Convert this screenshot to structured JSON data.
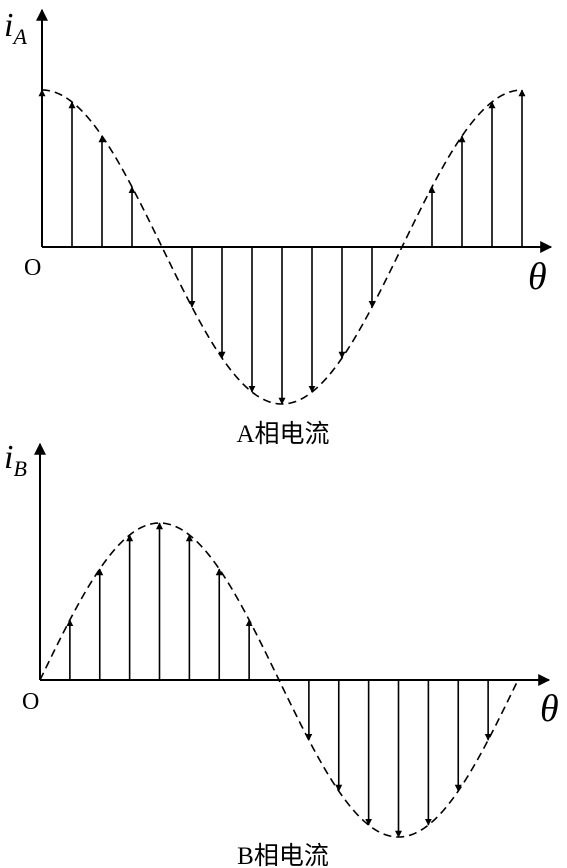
{
  "panels": [
    {
      "ylabel_main": "i",
      "ylabel_sub": "A",
      "origin": "O",
      "xlabel": "θ",
      "caption": "A相电流",
      "wave": "cos",
      "cycles": 1.0,
      "sample_count": 16,
      "sample_indices": [
        0,
        1,
        2,
        3,
        5,
        6,
        7,
        8,
        9,
        10,
        11,
        13,
        14,
        15,
        16
      ]
    },
    {
      "ylabel_main": "i",
      "ylabel_sub": "B",
      "origin": "O",
      "xlabel": "θ",
      "caption": "B相电流",
      "wave": "sin",
      "cycles": 1.0,
      "sample_count": 16,
      "sample_indices": [
        1,
        2,
        3,
        4,
        5,
        6,
        7,
        9,
        10,
        11,
        12,
        13,
        14,
        15
      ]
    }
  ],
  "colors": {
    "ink": "#000000",
    "background": "#ffffff"
  }
}
